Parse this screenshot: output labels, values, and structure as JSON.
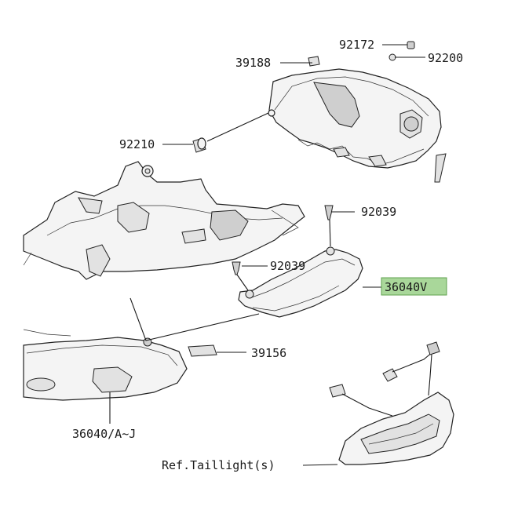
{
  "diagram": {
    "labels": {
      "p92172": "92172",
      "p92200": "92200",
      "p39188": "39188",
      "p92210": "92210",
      "p92039a": "92039",
      "p92039b": "92039",
      "p36040v": "36040V",
      "p39156": "39156",
      "p36040aj": "36040/A~J",
      "ref_taillight": "Ref.Taillight(s)"
    },
    "highlight_color": "#a9d79a",
    "line_color": "#1a1a1a"
  }
}
